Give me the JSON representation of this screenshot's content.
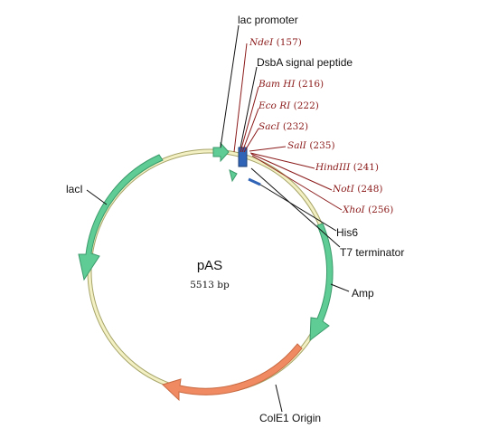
{
  "plasmid": {
    "name": "pAS",
    "size_label": "5513 bp"
  },
  "features": {
    "lac_promoter": "lac promoter",
    "dsba": "DsbA signal peptide",
    "laci": "lacI",
    "his6": "His6",
    "t7": "T7 terminator",
    "amp": "Amp",
    "cole1": "ColE1 Origin"
  },
  "sites": [
    {
      "enzyme": "NdeI",
      "position": "(157)"
    },
    {
      "enzyme": "Bam HI",
      "position": "(216)"
    },
    {
      "enzyme": "Eco RI",
      "position": "(222)"
    },
    {
      "enzyme": "SacI",
      "position": "(232)"
    },
    {
      "enzyme": "SalI",
      "position": "(235)"
    },
    {
      "enzyme": "HindIII",
      "position": "(241)"
    },
    {
      "enzyme": "NotI",
      "position": "(248)"
    },
    {
      "enzyme": "XhoI",
      "position": "(256)"
    }
  ],
  "colors": {
    "backbone": "#e8e4a6",
    "backbone_edge": "#a6a468",
    "feature_green": "#5fcc96",
    "feature_green_edge": "#3a9a6a",
    "origin_orange": "#f08a63",
    "origin_edge": "#c86a42",
    "site_red": "#8b1a1a",
    "signal_blue": "#2f64b6"
  }
}
